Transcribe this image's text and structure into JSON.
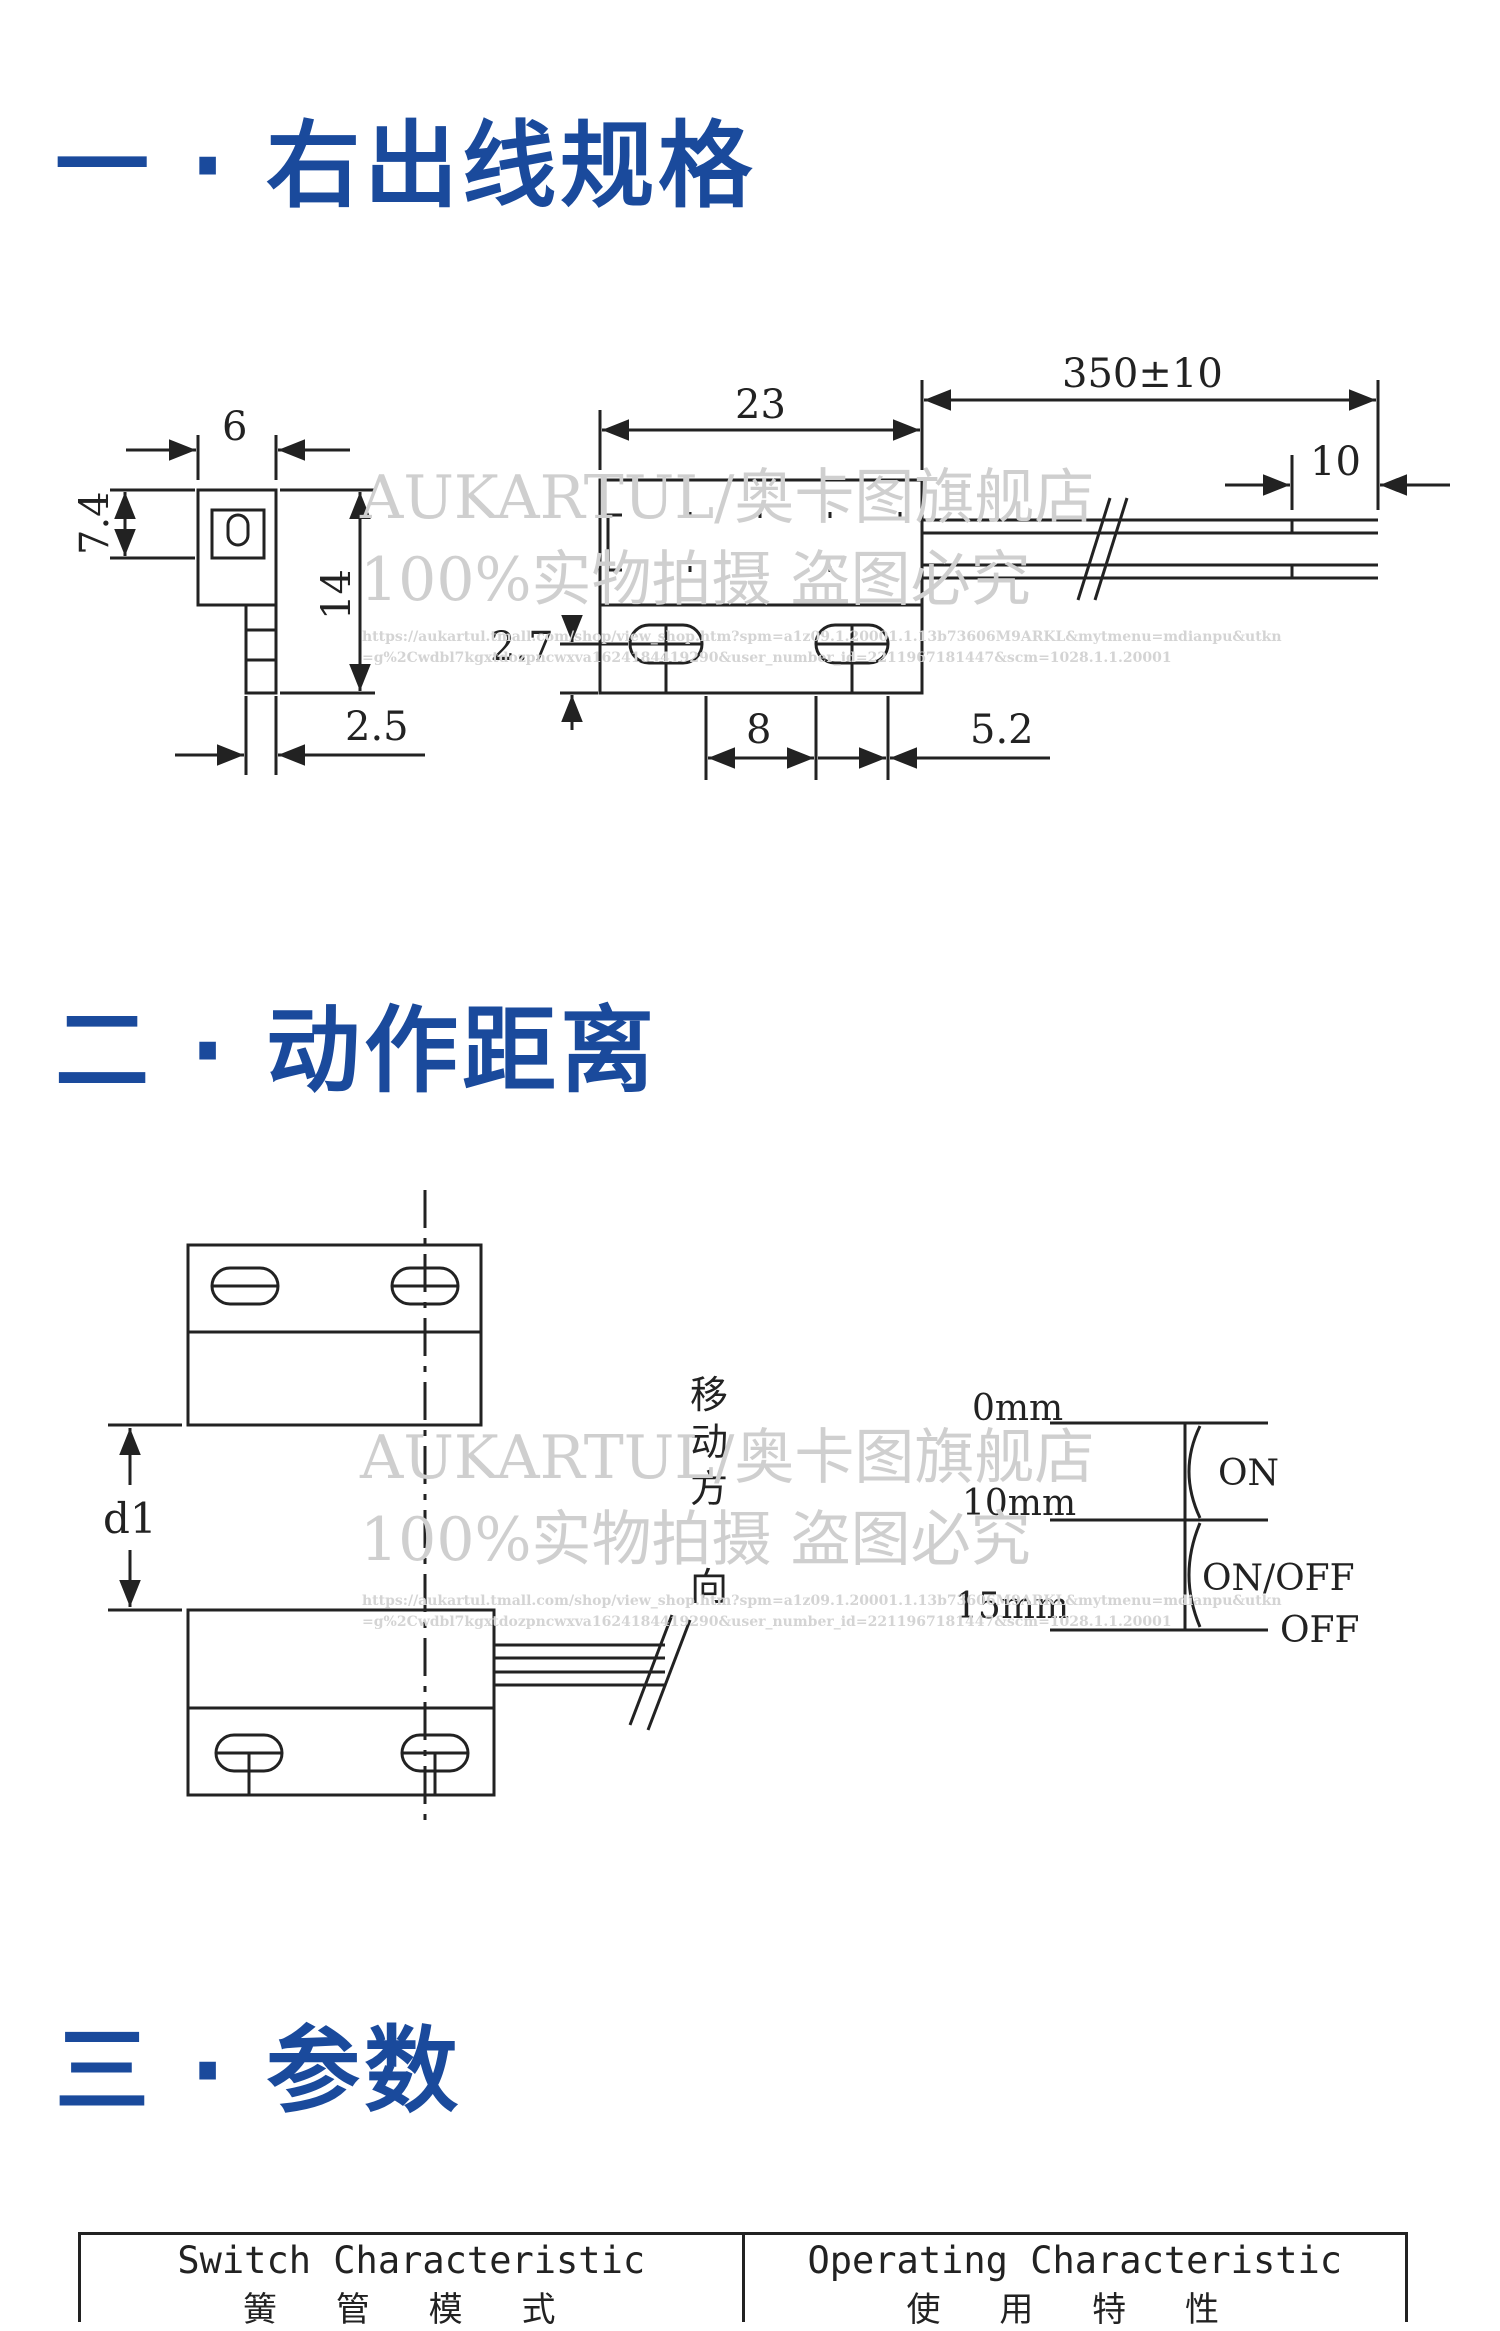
{
  "sections": {
    "right_wire_spec": {
      "title": "一 · 右出线规格"
    },
    "action_distance": {
      "title": "二 · 动作距离"
    },
    "parameters": {
      "title": "三 · 参数"
    }
  },
  "dimension_drawing": {
    "labels": {
      "width_6": "6",
      "height_7_4": "7.4",
      "height_14": "14",
      "thickness_2_5": "2.5",
      "length_23": "23",
      "wire_350": "350±10",
      "strip_10": "10",
      "offset_2_7": "2.7",
      "pitch_8": "8",
      "end_5_2": "5.2"
    }
  },
  "distance_drawing": {
    "labels": {
      "gap": "d1",
      "move_direction": [
        "移",
        "动",
        "方",
        "向"
      ],
      "dist_0": "0mm",
      "dist_10": "10mm",
      "dist_15": "15mm",
      "state_on": "ON",
      "state_on_off": "ON/OFF",
      "state_off": "OFF"
    }
  },
  "watermark": {
    "line1": "AUKARTUL/奥卡图旗舰店",
    "line2": "100%实物拍摄 盗图必究",
    "url1": "https://aukartul.tmall.com/shop/view_shop.htm?spm=a1z09.1.20001.1.13b73606M9ARKL&mytmenu=mdianpu&utkn",
    "url2": "=g%2Cwdbl7kgxtdozpncwxva1624184419290&user_number_id=2211967181447&scm=1028.1.1.20001"
  },
  "param_table": {
    "col1_title": "Switch Characteristic",
    "col1_sub": "簧 管 模 式",
    "col2_title": "Operating Characteristic",
    "col2_sub": "使 用 特 性"
  },
  "colors": {
    "heading": "#1a4a9c",
    "line": "#222222",
    "watermark": "#cfcfcf"
  }
}
